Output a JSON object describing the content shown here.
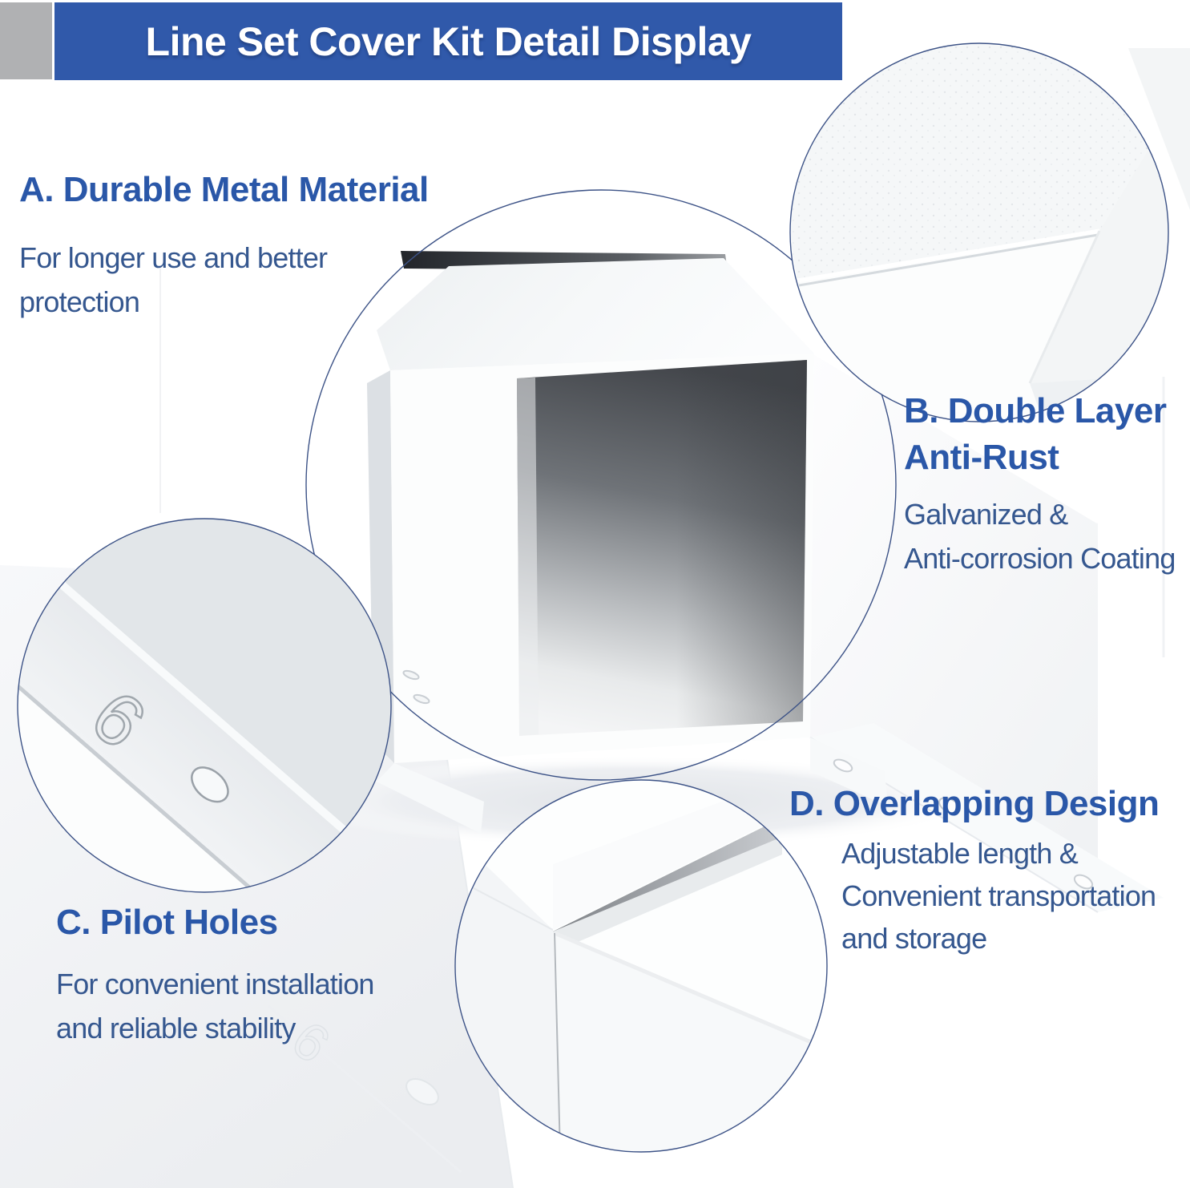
{
  "header": {
    "title": "Line Set Cover Kit Detail Display"
  },
  "callouts": {
    "a": {
      "heading": "A. Durable Metal Material",
      "lines": [
        "For longer use and better",
        "protection"
      ]
    },
    "b": {
      "heading_line1": "B. Double Layer",
      "heading_line2": "Anti-Rust",
      "lines": [
        "Galvanized &",
        "Anti-corrosion Coating"
      ]
    },
    "c": {
      "heading": "C. Pilot Holes",
      "lines": [
        "For convenient installation",
        "and reliable stability"
      ]
    },
    "d": {
      "heading": "D. Overlapping Design",
      "lines": [
        "Adjustable length &",
        "Convenient transportation",
        "and storage"
      ]
    }
  },
  "product_markings": {
    "size_stamp": "6",
    "size_stamp_faint": "6"
  },
  "colors": {
    "banner_blue": "#3059aa",
    "heading_blue": "#2a57a8",
    "body_blue": "#35578f",
    "circle_stroke": "#3d5387",
    "header_gray_block": "#b0b1b3"
  }
}
